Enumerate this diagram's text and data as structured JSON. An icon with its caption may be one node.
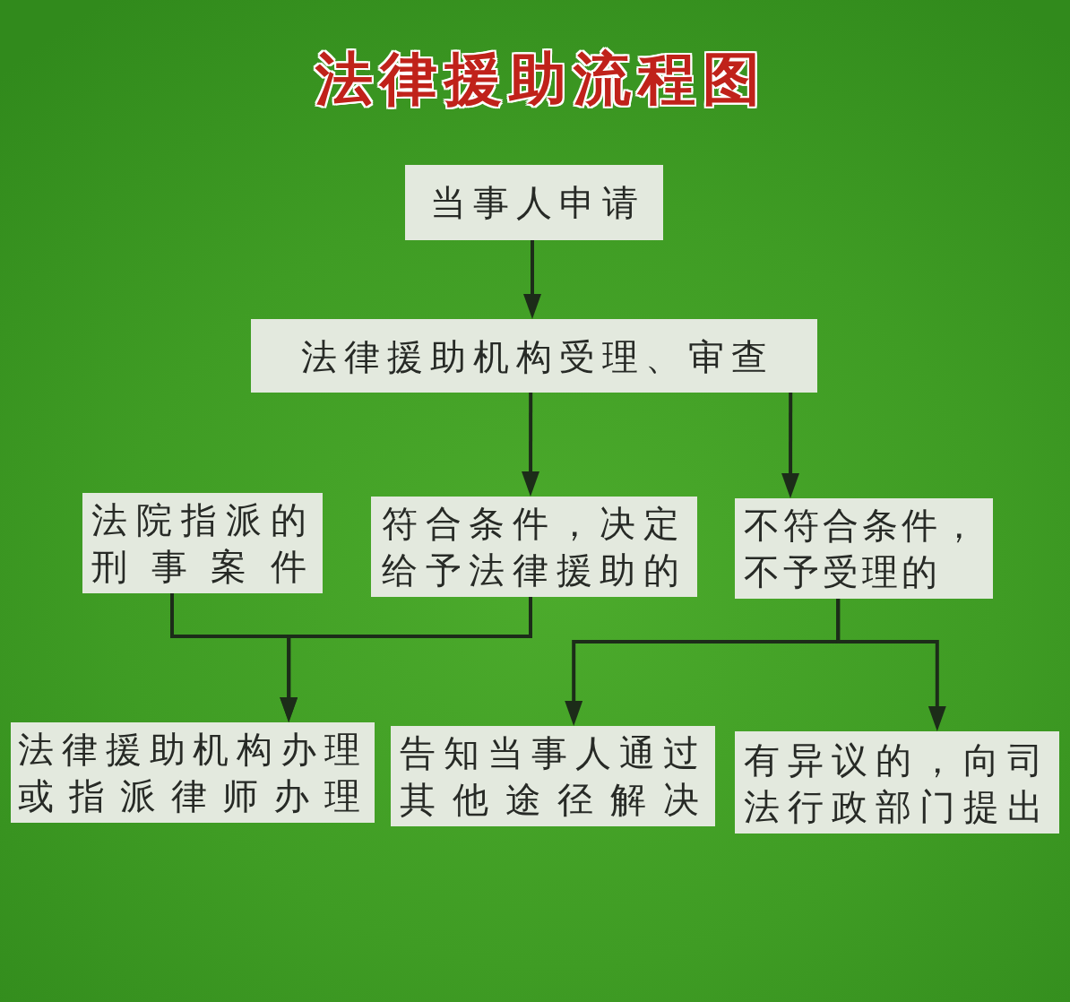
{
  "diagram": {
    "title": "法律援助流程图",
    "nodes": [
      {
        "text": [
          "当事人申请"
        ]
      },
      {
        "text": [
          "法律援助机构受理、审查"
        ]
      },
      {
        "text": [
          "法院指派的刑事案件"
        ]
      },
      {
        "text": [
          "符合条件，决定给予法律援助的"
        ]
      },
      {
        "text": [
          "不符合条件，不予受理的"
        ]
      },
      {
        "text": [
          "法律援助机构办理或指派律师办理"
        ]
      },
      {
        "text": [
          "告知当事人通过其他途径解决"
        ]
      },
      {
        "text": [
          "有异议的，向司法行政部门提出"
        ]
      }
    ],
    "edges": [
      {
        "from": 0,
        "to": 1,
        "arrow": "to"
      },
      {
        "from": 1,
        "to": 3,
        "arrow": "to"
      },
      {
        "from": 1,
        "to": 4,
        "arrow": "to"
      },
      {
        "from": 2,
        "to": 5,
        "arrow": "to"
      },
      {
        "from": 3,
        "to": 5,
        "arrow": "to"
      },
      {
        "from": 4,
        "to": 6,
        "arrow": "to"
      },
      {
        "from": 4,
        "to": 7,
        "arrow": "to"
      }
    ]
  }
}
